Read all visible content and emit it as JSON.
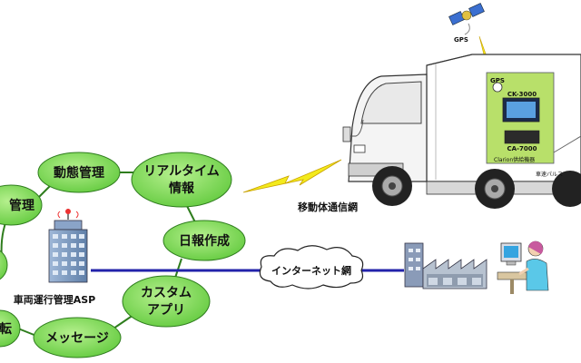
{
  "network": {
    "nodes": [
      {
        "id": "doutai",
        "label": "動態管理"
      },
      {
        "id": "realtime",
        "line1": "リアルタイム",
        "line2": "情報"
      },
      {
        "id": "kanri_left",
        "label": "管理"
      },
      {
        "id": "nippou",
        "label": "日報作成"
      },
      {
        "id": "custom",
        "line1": "カスタム",
        "line2": "アプリ"
      },
      {
        "id": "message",
        "label": "メッセージ"
      },
      {
        "id": "ten",
        "label": "転"
      }
    ],
    "asp_label": "車両運行管理ASP",
    "internet_label": "インターネット網",
    "mobile_label": "移動体通信網"
  },
  "truck": {
    "gps_satellite_label": "GPS",
    "gps_antenna_label": "GPS",
    "device1_label": "CK-3000",
    "device2_label": "CA-7000",
    "supplier_label": "Clarion供給機器",
    "pulse_label": "車速パルス"
  },
  "colors": {
    "node_fill": "#7ddc5a",
    "node_stroke": "#2f7d1e",
    "network_line": "#2222aa",
    "lightning": "#f3ea1c",
    "device_panel": "#b8e06a"
  }
}
